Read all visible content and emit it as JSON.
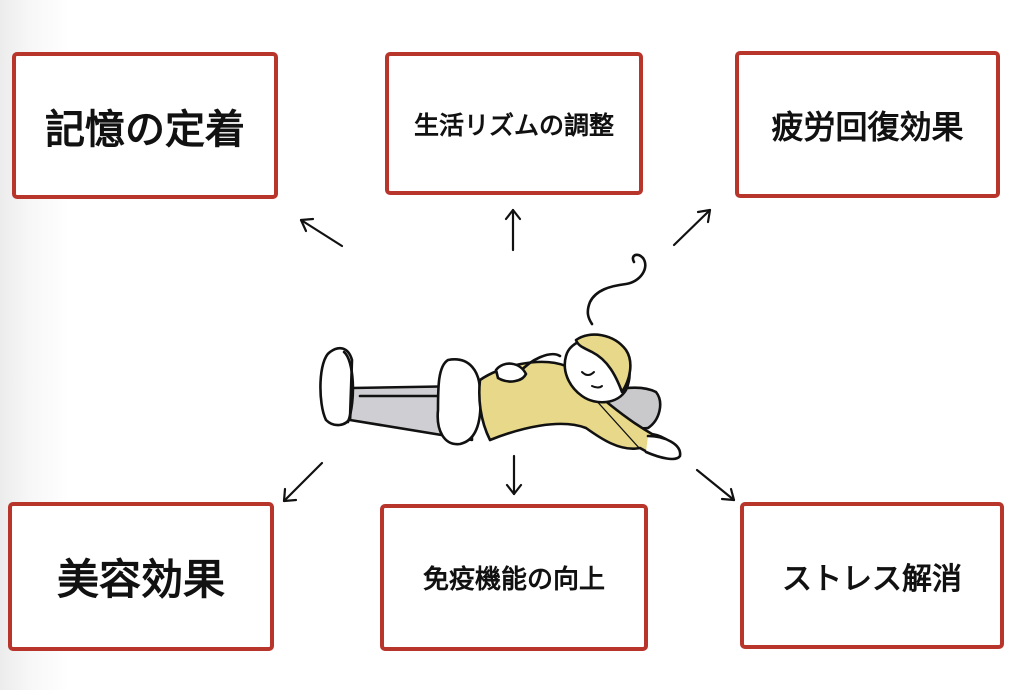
{
  "benefits": {
    "memory": "記憶の定着",
    "rhythm": "生活リズムの調整",
    "fatigue": "疲労回復効果",
    "beauty": "美容効果",
    "immune": "免疫機能の向上",
    "stress": "ストレス解消"
  },
  "colors": {
    "box_border": "#b8352b",
    "shirt": "#e8d98a",
    "pants": "#cfcfd3",
    "pillow": "#c9c9cc",
    "line": "#111111"
  },
  "icons": {
    "center": "sleeping-person-icon",
    "arrows": "arrow-icon"
  }
}
